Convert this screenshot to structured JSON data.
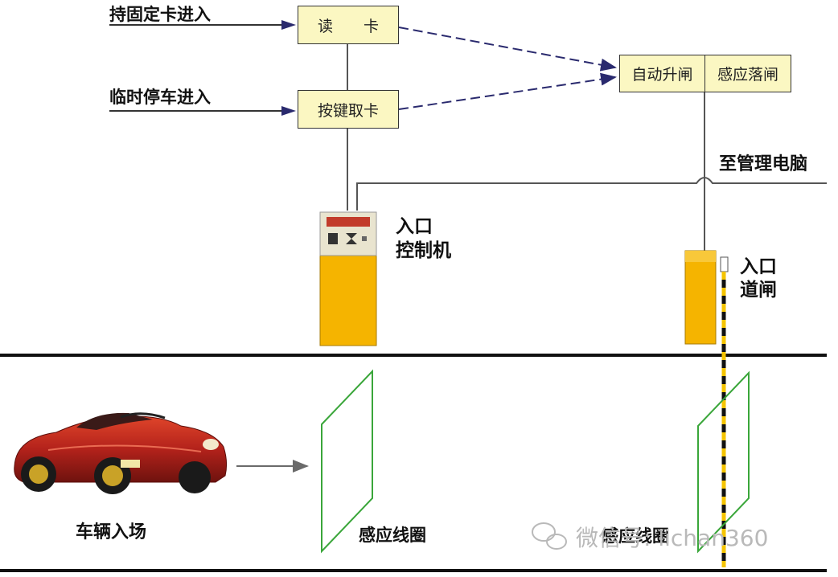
{
  "inputs": {
    "fixed_card": "持固定卡进入",
    "temp_parking": "临时停车进入"
  },
  "boxes": {
    "read_card": "读　　卡",
    "take_card": "按键取卡",
    "auto_lift": "自动升闸",
    "sense_drop": "感应落闸"
  },
  "labels": {
    "to_computer": "至管理电脑",
    "controller_line1": "入口",
    "controller_line2": "控制机",
    "gate_line1": "入口",
    "gate_line2": "道闸",
    "vehicle_entry": "车辆入场",
    "loop1": "感应线圈",
    "loop2": "感应线圈"
  },
  "watermark": "微信号: lichan360",
  "colors": {
    "box_fill": "#fbf7c2",
    "cabinet": "#f5b400",
    "loop": "#3aa63a",
    "arrow": "#2a2a6e",
    "car_body": "#b3221b"
  }
}
